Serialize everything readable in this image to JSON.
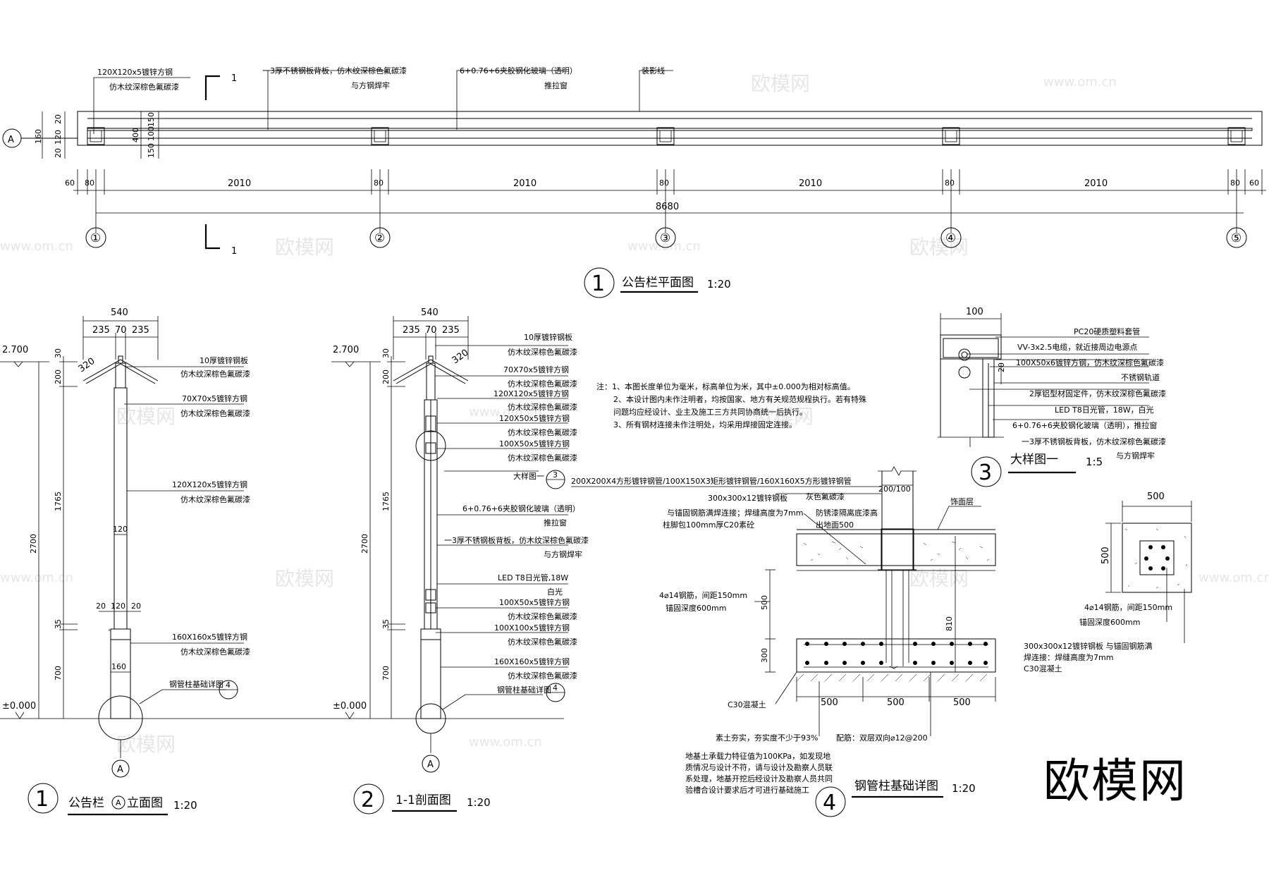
{
  "brand": "欧模网",
  "watermark": "欧模网",
  "watermark_url": "www.om.cn",
  "plan": {
    "axis_a": "A",
    "section_mark": "1",
    "grid_labels": [
      "①",
      "②",
      "③",
      "④",
      "⑤"
    ],
    "notes": {
      "post": [
        "120X120x5镀锌方钢",
        "仿木纹深棕色氟碳漆"
      ],
      "panel": [
        "一3厚不锈钢板背板，仿木纹深棕色氟碳漆",
        "与方钢焊牢"
      ],
      "glass": [
        "6+0.76+6夹胶钢化玻璃（透明）",
        "推拉窗"
      ],
      "shadow": "装影线"
    },
    "dims_left": [
      "20",
      "120",
      "20",
      "160"
    ],
    "dims_mid": [
      "150",
      "100",
      "150",
      "400"
    ],
    "spans": [
      "80",
      "2010",
      "80",
      "2010",
      "80",
      "2010",
      "80",
      "2010",
      "80"
    ],
    "end_dims": [
      "60",
      "60"
    ],
    "total": "8680",
    "title_no": "1",
    "title": "公告栏平面图",
    "scale": "1:20"
  },
  "elevation": {
    "title_no": "1",
    "title_pre": "公告栏",
    "title_circle": "A",
    "title_post": "立面图",
    "scale": "1:20",
    "top_dims": [
      "540",
      "235",
      "70",
      "235",
      "320"
    ],
    "levels": [
      "2.700",
      "±0.000"
    ],
    "vdims": [
      "30",
      "200",
      "1765",
      "2700",
      "35",
      "700"
    ],
    "widths": [
      "120",
      "20",
      "120",
      "20",
      "160"
    ],
    "notes": [
      [
        "10厚镀锌钢板",
        "仿木纹深棕色氟碳漆"
      ],
      [
        "70X70x5镀锌方钢",
        "仿木纹深棕色氟碳漆"
      ],
      [
        "120X120x5镀锌方钢",
        "仿木纹深棕色氟碳漆"
      ],
      [
        "160X160x5镀锌方钢",
        "仿木纹深棕色氟碳漆"
      ]
    ],
    "detail_ref": "钢管柱基础详图",
    "detail_no": "4",
    "axis": "A"
  },
  "section": {
    "title_no": "2",
    "title": "1-1剖面图",
    "scale": "1:20",
    "top_dims": [
      "540",
      "235",
      "70",
      "235",
      "320"
    ],
    "levels": [
      "2.700",
      "±0.000"
    ],
    "vdims": [
      "30",
      "200",
      "1765",
      "2700",
      "35",
      "700"
    ],
    "notes": [
      [
        "10厚镀锌钢板",
        "仿木纹深棕色氟碳漆"
      ],
      [
        "70X70x5镀锌方钢",
        "仿木纹深棕色氟碳漆"
      ],
      [
        "120X120x5镀锌方钢",
        "仿木纹深棕色氟碳漆"
      ],
      [
        "120X50x5镀锌方钢",
        "仿木纹深棕色氟碳漆"
      ],
      [
        "100X50x5镀锌方钢",
        "仿木纹深棕色氟碳漆"
      ],
      [
        "6+0.76+6夹胶钢化玻璃（透明）",
        "推拉窗"
      ],
      [
        "一3厚不锈钢板背板，仿木纹深棕色氟碳漆",
        "与方钢焊牢"
      ],
      [
        "LED  T8日光管,18W",
        "白光"
      ],
      [
        "100X50x5镀锌方钢",
        "仿木纹深棕色氟碳漆"
      ],
      [
        "100X100x5镀锌方钢",
        "仿木纹深棕色氟碳漆"
      ],
      [
        "160X160x5镀锌方钢",
        "仿木纹深棕色氟碳漆"
      ]
    ],
    "detail_big": "大样图一",
    "detail_big_no": "3",
    "detail_ref": "钢管柱基础详图",
    "detail_no": "4",
    "axis": "A"
  },
  "general_notes": [
    "注：1、本图长度单位为毫米，标高单位为米，其中±0.000为相对标高值。",
    "2、本设计图内未作注明者，均按国家、地方有关规范规程执行。若有特殊",
    "问题均应经设计、业主及施工三方共同协商统一后执行。",
    "3、所有钢材连接未作注明处，均采用焊接固定连接。"
  ],
  "detail3": {
    "title_no": "3",
    "title": "大样图一",
    "scale": "1:5",
    "dim_top": "100",
    "dim_side": "20",
    "notes": [
      "PC20硬质塑料套管",
      "VV-3x2.5电缆，就近接周边电源点",
      "100X50x6镀锌方钢，仿木纹深棕色氟碳漆",
      "不锈钢轨道",
      "2厚铝型材固定件，仿木纹深棕色氟碳漆",
      "LED  T8日光管，18W，白光",
      "6+0.76+6夹胶钢化玻璃（透明），推拉窗",
      "一3厚不锈钢板背板，仿木纹深棕色氟碳漆",
      "与方钢焊牢"
    ]
  },
  "detail4": {
    "title_no": "4",
    "title": "钢管柱基础详图",
    "scale": "1:20",
    "pipes": "200X200X4方形镀锌钢管/100X150X3矩形镀锌钢管/160X160X5方形镀锌钢管",
    "plate": "300x300x12镀锌钢板",
    "weld": "与锚固钢筋满焊连接；焊缝高度为7mm",
    "wrap": "柱脚包100mm厚C20素砼",
    "paint": "灰色氟碳漆",
    "antirust": "防锈漆隔离底漆高",
    "above": "出地面500",
    "finish": "饰面层",
    "top_dim": "200/100",
    "rebar": "4⌀14钢筋，间距150mm",
    "anchor": "锚固深度600mm",
    "vdims": [
      "500",
      "300",
      "810"
    ],
    "hdims": [
      "500",
      "500",
      "500"
    ],
    "concrete": "C30混凝土",
    "soil": "素土夯实，夯实度不少于93%",
    "mesh": "配筋：双层双向⌀12@200",
    "foundation_note": [
      "地基土承载力特征值为100KPa，如发现地",
      "质情况与设计不符，请与设计及勘察人员联",
      "系处理，地基开挖后经设计及勘察人员共同",
      "验槽合设计要求后才可进行基础施工"
    ]
  },
  "plan_detail": {
    "dim": "500",
    "rebar": "4⌀14钢筋，间距150mm",
    "anchor": "锚固深度600mm",
    "plate": "300x300x12镀锌钢板  与锚固钢筋满",
    "weld": "焊连接：焊缝高度为7mm",
    "concrete": "C30混凝土"
  }
}
